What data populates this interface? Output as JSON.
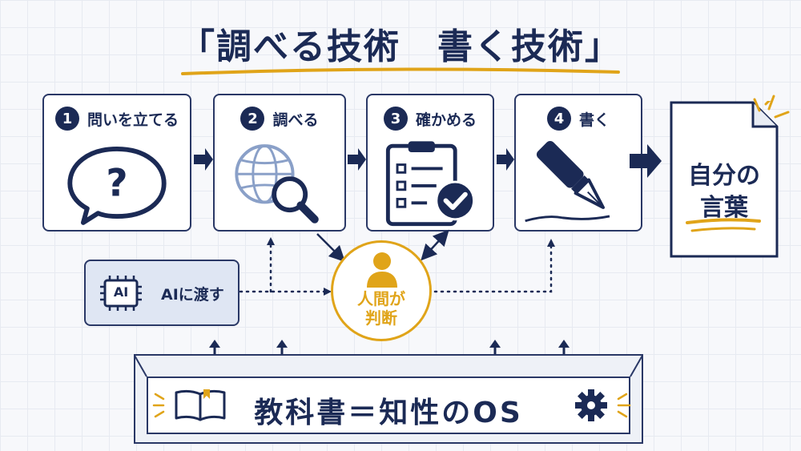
{
  "title": "「調べる技術　書く技術」",
  "steps": [
    {
      "num": "1",
      "label": "問いを立てる"
    },
    {
      "num": "2",
      "label": "調べる"
    },
    {
      "num": "3",
      "label": "確かめる"
    },
    {
      "num": "4",
      "label": "書く"
    }
  ],
  "result": {
    "line1": "自分の",
    "line2": "言葉"
  },
  "ai": {
    "chip_text": "AI",
    "label": "AIに渡す"
  },
  "judge": {
    "line1": "人間が",
    "line2": "判断"
  },
  "foundation": {
    "text": "教科書＝知性のOS"
  },
  "colors": {
    "navy": "#1b2a55",
    "gold": "#e0a419",
    "ai_fill": "#dfe6f3"
  }
}
